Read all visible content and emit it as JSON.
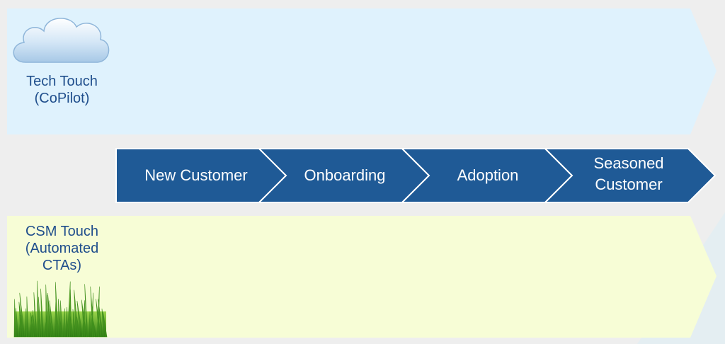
{
  "tech_touch": {
    "line1": "Tech Touch",
    "line2": "(CoPilot)",
    "icon": "cloud-icon",
    "band_color": "#dff2fd"
  },
  "csm_touch": {
    "line1": "CSM Touch",
    "line2": "(Automated",
    "line3": "CTAs)",
    "icon": "grass-icon",
    "band_color": "#f7fdd6"
  },
  "journey": {
    "color": "#1f5a96",
    "steps": [
      {
        "line1": "New Customer",
        "line2": ""
      },
      {
        "line1": "Onboarding",
        "line2": ""
      },
      {
        "line1": "Adoption",
        "line2": ""
      },
      {
        "line1": "Seasoned",
        "line2": "Customer"
      }
    ]
  },
  "colors": {
    "label_text": "#1f4e8c",
    "step_text": "#ffffff",
    "background": "#eeeeee"
  }
}
